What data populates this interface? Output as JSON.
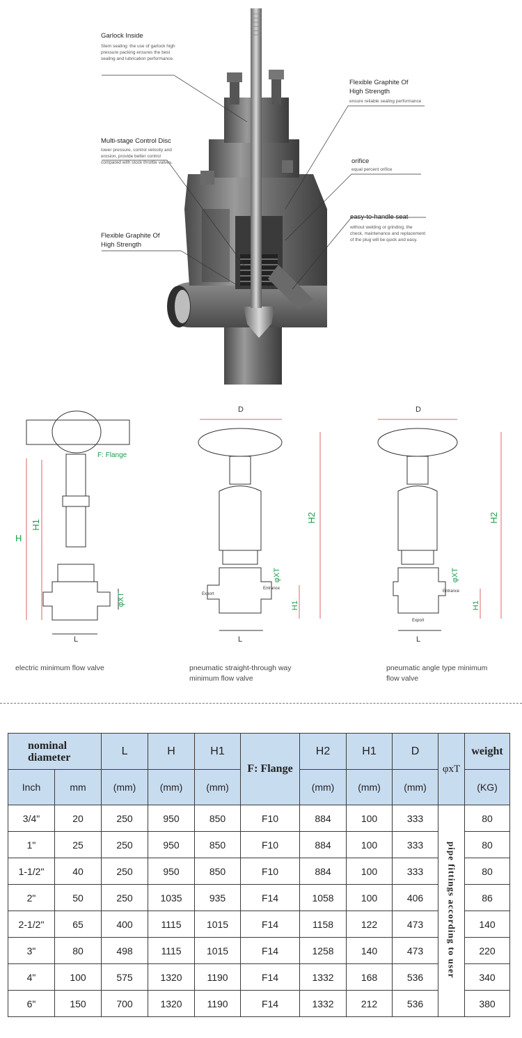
{
  "cutaway": {
    "callouts": [
      {
        "title": "Garlock Inside",
        "desc": "Stem sealing: the use of garlock high pressure packing ensures the best sealing and lubrication performance."
      },
      {
        "title": "Multi-stage Control Disc",
        "desc": "lower pressure, control velocity and erosion, provide better control compared with stock throttle valves."
      },
      {
        "title": "Flexible Graphite Of High Strength",
        "desc": ""
      },
      {
        "title": "Flexible Graphite Of High Strength",
        "desc": "ensure reliable sealing performance"
      },
      {
        "title": "orifice",
        "desc": "equal percent orifice"
      },
      {
        "title": "easy-to-handle seat",
        "desc": "without welding or grinding, the check, maintenance and replacement of the plug will be quick and easy."
      }
    ]
  },
  "diagrams": [
    {
      "caption": "electric minimum flow valve",
      "labels": {
        "flange": "F: Flange",
        "h": "H",
        "h1": "H1",
        "phixt": "φXT",
        "l": "L"
      }
    },
    {
      "caption": "pneumatic straight-through way minimum flow valve",
      "labels": {
        "d": "D",
        "h2": "H2",
        "phixt": "φXT",
        "h1": "H1",
        "l": "L",
        "export": "Export",
        "entrance": "Entrance"
      }
    },
    {
      "caption": "pneumatic angle type minimum flow valve",
      "labels": {
        "d": "D",
        "h2": "H2",
        "phixt": "φXT",
        "h1": "H1",
        "l": "L",
        "export": "Export",
        "entrance": "Entrance"
      }
    }
  ],
  "table": {
    "header": {
      "nominal_diameter": "nominal diameter",
      "L": "L",
      "H": "H",
      "H1": "H1",
      "flange": "F: Flange",
      "H2": "H2",
      "H1b": "H1",
      "D": "D",
      "phixt": "φxT",
      "weight": "weight",
      "inch": "Inch",
      "mm": "mm",
      "unit_mm": "(mm)",
      "unit_kg": "(KG)"
    },
    "pipe_note": "pipe fittings according to user",
    "rows": [
      {
        "inch": "3/4\"",
        "mm": "20",
        "L": "250",
        "H": "950",
        "H1": "850",
        "flange": "F10",
        "H2": "884",
        "H1b": "100",
        "D": "333",
        "weight": "80"
      },
      {
        "inch": "1\"",
        "mm": "25",
        "L": "250",
        "H": "950",
        "H1": "850",
        "flange": "F10",
        "H2": "884",
        "H1b": "100",
        "D": "333",
        "weight": "80"
      },
      {
        "inch": "1-1/2\"",
        "mm": "40",
        "L": "250",
        "H": "950",
        "H1": "850",
        "flange": "F10",
        "H2": "884",
        "H1b": "100",
        "D": "333",
        "weight": "80"
      },
      {
        "inch": "2\"",
        "mm": "50",
        "L": "250",
        "H": "1035",
        "H1": "935",
        "flange": "F14",
        "H2": "1058",
        "H1b": "100",
        "D": "406",
        "weight": "86"
      },
      {
        "inch": "2-1/2\"",
        "mm": "65",
        "L": "400",
        "H": "1115",
        "H1": "1015",
        "flange": "F14",
        "H2": "1158",
        "H1b": "122",
        "D": "473",
        "weight": "140"
      },
      {
        "inch": "3\"",
        "mm": "80",
        "L": "498",
        "H": "1115",
        "H1": "1015",
        "flange": "F14",
        "H2": "1258",
        "H1b": "140",
        "D": "473",
        "weight": "220"
      },
      {
        "inch": "4\"",
        "mm": "100",
        "L": "575",
        "H": "1320",
        "H1": "1190",
        "flange": "F14",
        "H2": "1332",
        "H1b": "168",
        "D": "536",
        "weight": "340"
      },
      {
        "inch": "6\"",
        "mm": "150",
        "L": "700",
        "H": "1320",
        "H1": "1190",
        "flange": "F14",
        "H2": "1332",
        "H1b": "212",
        "D": "536",
        "weight": "380"
      }
    ]
  }
}
